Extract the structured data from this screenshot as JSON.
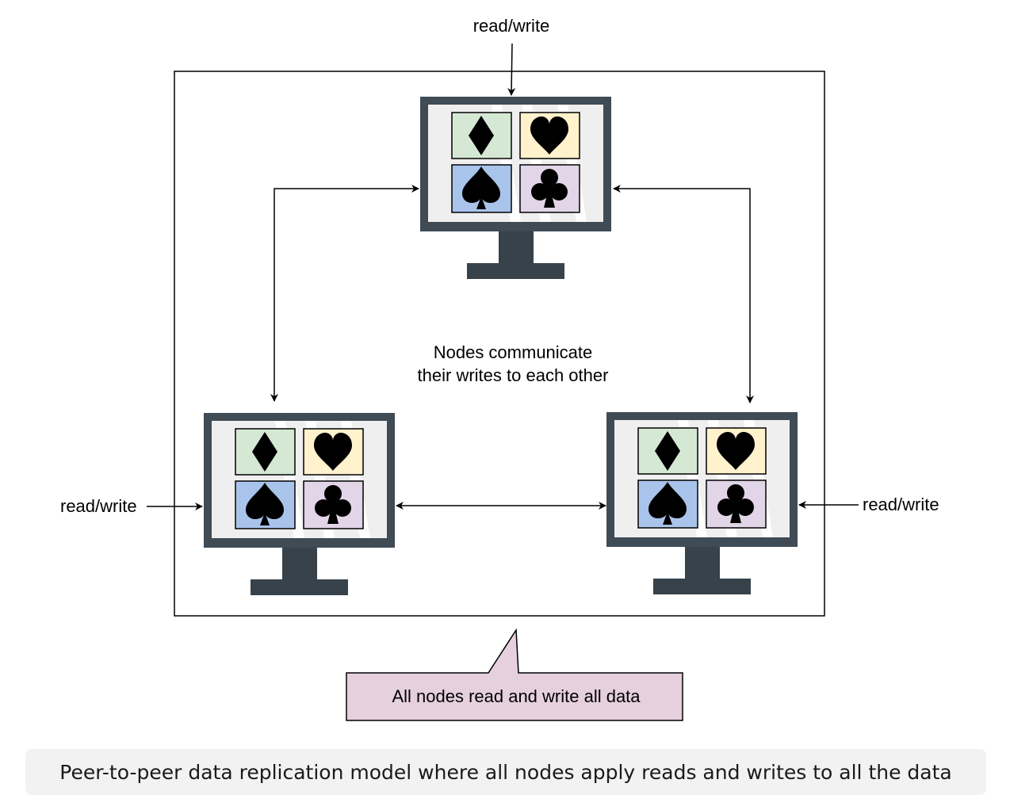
{
  "labels": {
    "top_rw": "read/write",
    "left_rw": "read/write",
    "right_rw": "read/write"
  },
  "center_note": {
    "line1": "Nodes communicate",
    "line2": "their writes to each other"
  },
  "callout": {
    "text": "All nodes read and write all data"
  },
  "caption": "Peer-to-peer data replication model where all nodes apply reads and writes to all the data",
  "nodes": [
    {
      "id": "top",
      "tiles": [
        "diamond",
        "heart",
        "spade",
        "club"
      ]
    },
    {
      "id": "bottom-left",
      "tiles": [
        "diamond",
        "heart",
        "spade",
        "club"
      ]
    },
    {
      "id": "bottom-right",
      "tiles": [
        "diamond",
        "heart",
        "spade",
        "club"
      ]
    }
  ],
  "colors": {
    "monitor": "#3f4b55",
    "stand": "#37424b",
    "screen": "#efefef",
    "diamond_tile": "#d5e8d4",
    "heart_tile": "#fff2cc",
    "spade_tile": "#a9c4eb",
    "club_tile": "#e1d5e7",
    "callout_fill": "#e6d0de"
  }
}
